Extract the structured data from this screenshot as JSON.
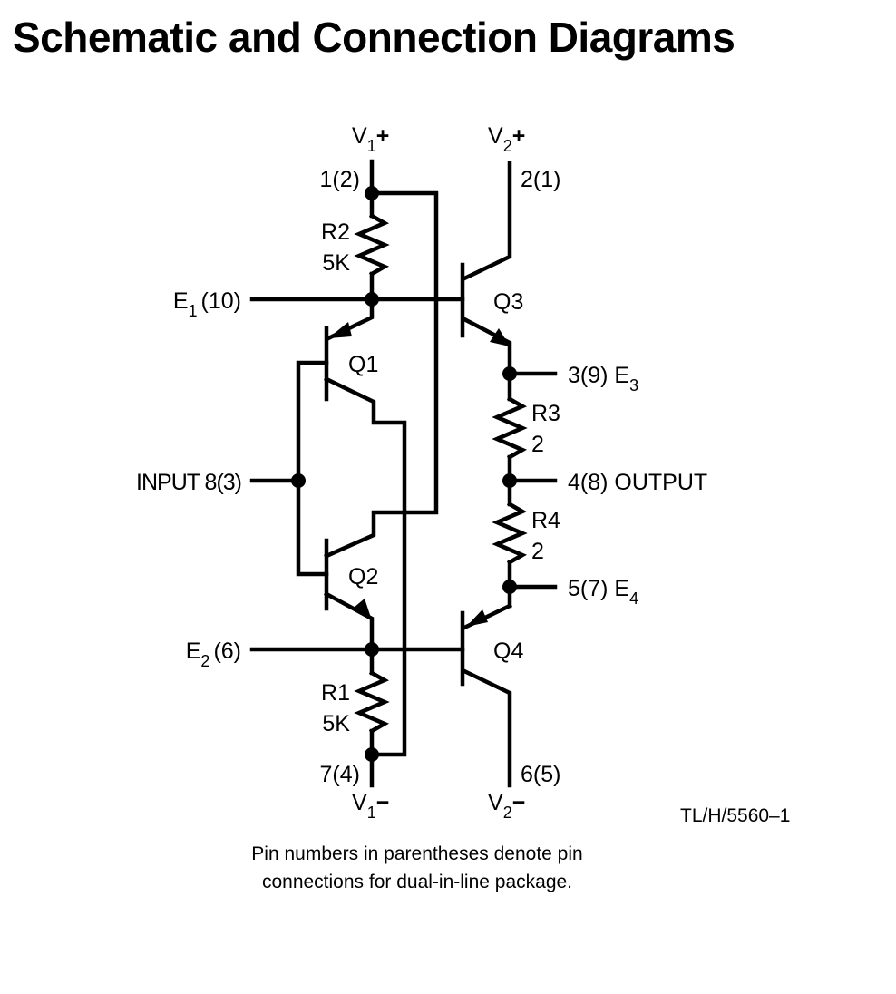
{
  "title": "Schematic and Connection Diagrams",
  "supplies": {
    "v1_plus": {
      "base": "V",
      "sub": "1",
      "sign": "+"
    },
    "v2_plus": {
      "base": "V",
      "sub": "2",
      "sign": "+"
    },
    "v1_minus": {
      "base": "V",
      "sub": "1",
      "sign": "−"
    },
    "v2_minus": {
      "base": "V",
      "sub": "2",
      "sign": "−"
    }
  },
  "pins": {
    "pin1": "1(2)",
    "pin2": "2(1)",
    "pin7": "7(4)",
    "pin6": "6(5)",
    "e1": {
      "base": "E",
      "sub": "1",
      "pin": "(10)"
    },
    "e2": {
      "base": "E",
      "sub": "2",
      "pin": "(6)"
    },
    "input": "INPUT 8(3)",
    "e3": {
      "pin": "3(9) E",
      "sub": "3"
    },
    "output": "4(8) OUTPUT",
    "e4": {
      "pin": "5(7) E",
      "sub": "4"
    }
  },
  "components": {
    "r2": {
      "name": "R2",
      "value": "5K"
    },
    "r1": {
      "name": "R1",
      "value": "5K"
    },
    "r3": {
      "name": "R3",
      "value": "2"
    },
    "r4": {
      "name": "R4",
      "value": "2"
    },
    "q1": "Q1",
    "q2": "Q2",
    "q3": "Q3",
    "q4": "Q4"
  },
  "figure_ref": "TL/H/5560–1",
  "note": {
    "line1": "Pin numbers in parentheses denote pin",
    "line2": "connections for dual-in-line package."
  }
}
